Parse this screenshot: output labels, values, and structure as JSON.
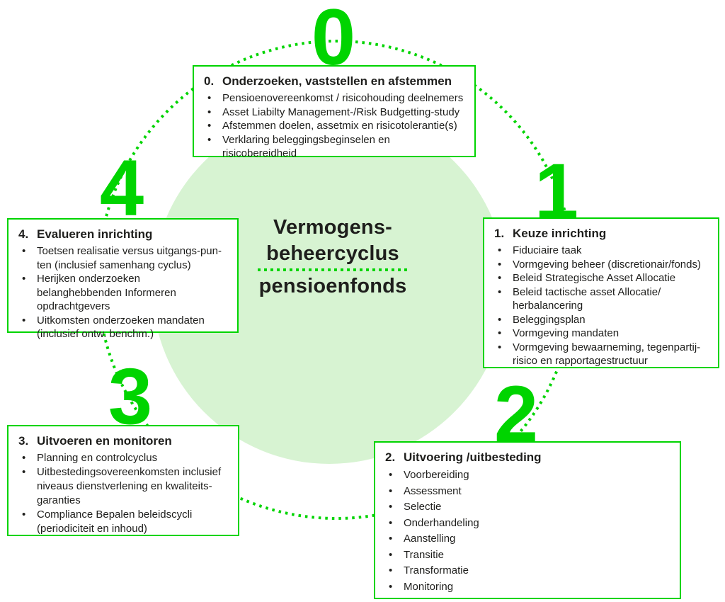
{
  "colors": {
    "accent_green": "#00d400",
    "light_green": "#d7f3d2",
    "text_dark": "#1e1e1c",
    "box_background": "#ffffff"
  },
  "center": {
    "line1": "Vermogens-",
    "line2": "beheercyclus",
    "line3": "pensioenfonds"
  },
  "stages": [
    {
      "number": "0",
      "number_label": "0.",
      "title": "Onderzoeken, vaststellen en afstemmen",
      "items": [
        "Pensioenovereenkomst / risicohouding deelnemers",
        "Asset Liabilty Management-/Risk Budgetting-study",
        "Afstemmen doelen, assetmix en risicotolerantie(s)",
        "Verklaring beleggingsbeginselen en risicobereidheid"
      ]
    },
    {
      "number": "1",
      "number_label": "1.",
      "title": "Keuze inrichting",
      "items": [
        "Fiduciaire taak",
        "Vormgeving beheer (discretionair/fonds)",
        "Beleid Strategische Asset Allocatie",
        "Beleid tactische asset Allocatie/ herbalancering",
        "Beleggingsplan",
        "Vormgeving mandaten",
        "Vormgeving bewaarneming, tegenpartij-risico en rapportagestructuur"
      ]
    },
    {
      "number": "2",
      "number_label": "2.",
      "title": "Uitvoering /uitbesteding",
      "items": [
        "Voorbereiding",
        "Assessment",
        "Selectie",
        "Onderhandeling",
        "Aanstelling",
        "Transitie",
        "Transformatie",
        "Monitoring"
      ]
    },
    {
      "number": "3",
      "number_label": "3.",
      "title": "Uitvoeren en monitoren",
      "items": [
        "Planning en controlcyclus",
        "Uitbestedingsovereenkomsten inclusief niveaus dienstverlening en kwaliteits-garanties",
        "Compliance Bepalen beleidscycli (periodiciteit en inhoud)"
      ]
    },
    {
      "number": "4",
      "number_label": "4.",
      "title": "Evalueren inrichting",
      "items": [
        "Toetsen realisatie versus uitgangs-pun-ten (inclusief samenhang cyclus)",
        "Herijken onderzoeken belanghebbenden Informeren opdrachtgevers",
        "Uitkomsten onderzoeken mandaten (inclusief ontw. benchm.)"
      ]
    }
  ]
}
